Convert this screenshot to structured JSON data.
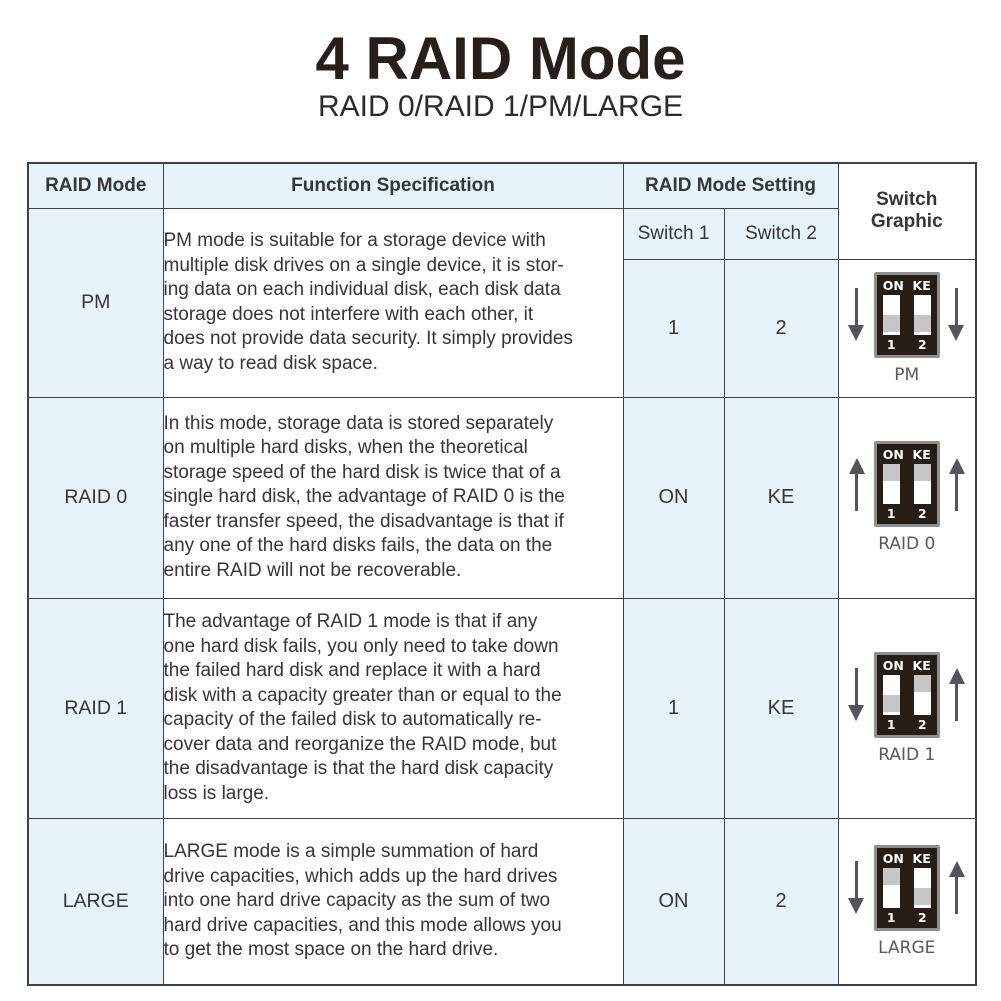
{
  "title": "4 RAID Mode",
  "subtitle": "RAID 0/RAID 1/PM/LARGE",
  "colors": {
    "header_bg": "#e6f3fb",
    "table_border": "#3f4145",
    "dip_body": "#261d17",
    "dip_frame": "#8f8f8f",
    "dip_knob": "#c6c6c6",
    "arrow": "#53555a",
    "caption_text": "#595a5c"
  },
  "table": {
    "headers": {
      "raid_mode": "RAID Mode",
      "function_specification": "Function Specification",
      "raid_mode_setting": "RAID Mode Setting",
      "switch_1": "Switch 1",
      "switch_2": "Switch 2",
      "switch_graphic": "Switch\nGraphic"
    },
    "rows": [
      {
        "mode": "PM",
        "description_lines": [
          "PM mode is suitable for a storage device with",
          "multiple disk drives on a single device, it is stor-",
          "ing data on each individual disk, each disk data",
          "storage does not interfere with each other, it",
          "does not provide data security. It simply provides",
          "a way to read disk space."
        ],
        "switch_1": "1",
        "switch_2": "2",
        "graphic": {
          "on_label": "ON",
          "ke_label": "KE",
          "pin_1": "1",
          "pin_2": "2",
          "label": "PM",
          "left_arrow": "down",
          "right_arrow": "down",
          "switch_1_position": "down",
          "switch_2_position": "down"
        }
      },
      {
        "mode": "RAID 0",
        "description_lines": [
          "In this mode, storage data is stored separately",
          "on multiple hard disks, when the theoretical",
          "storage speed of the hard disk is twice that of a",
          "single hard disk, the advantage of RAID 0 is the",
          "faster transfer speed, the disadvantage is that if",
          "any one of the hard disks fails, the data on the",
          "entire RAID will not be recoverable."
        ],
        "switch_1": "ON",
        "switch_2": "KE",
        "graphic": {
          "on_label": "ON",
          "ke_label": "KE",
          "pin_1": "1",
          "pin_2": "2",
          "label": "RAID 0",
          "left_arrow": "up",
          "right_arrow": "up",
          "switch_1_position": "up",
          "switch_2_position": "up"
        }
      },
      {
        "mode": "RAID 1",
        "description_lines": [
          "The advantage of RAID 1 mode is that if any",
          "one hard disk fails, you only need to take down",
          "the failed hard disk and replace it with a hard",
          "disk with a capacity greater than or equal to the",
          "capacity of the failed disk to automatically re-",
          "cover data and reorganize the RAID mode, but",
          "the disadvantage is that the hard disk capacity",
          "loss is large."
        ],
        "switch_1": "1",
        "switch_2": "KE",
        "graphic": {
          "on_label": "ON",
          "ke_label": "KE",
          "pin_1": "1",
          "pin_2": "2",
          "label": "RAID 1",
          "left_arrow": "down",
          "right_arrow": "up",
          "switch_1_position": "down",
          "switch_2_position": "up"
        }
      },
      {
        "mode": "LARGE",
        "description_lines": [
          "LARGE mode is a simple summation of hard",
          "drive capacities, which adds up the hard drives",
          "into one hard drive capacity as the sum of two",
          "hard drive capacities, and this mode allows you",
          "to get the most space on the hard drive."
        ],
        "switch_1": "ON",
        "switch_2": "2",
        "graphic": {
          "on_label": "ON",
          "ke_label": "KE",
          "pin_1": "1",
          "pin_2": "2",
          "label": "LARGE",
          "left_arrow": "down",
          "right_arrow": "up",
          "switch_1_position": "up",
          "switch_2_position": "down"
        }
      }
    ]
  }
}
